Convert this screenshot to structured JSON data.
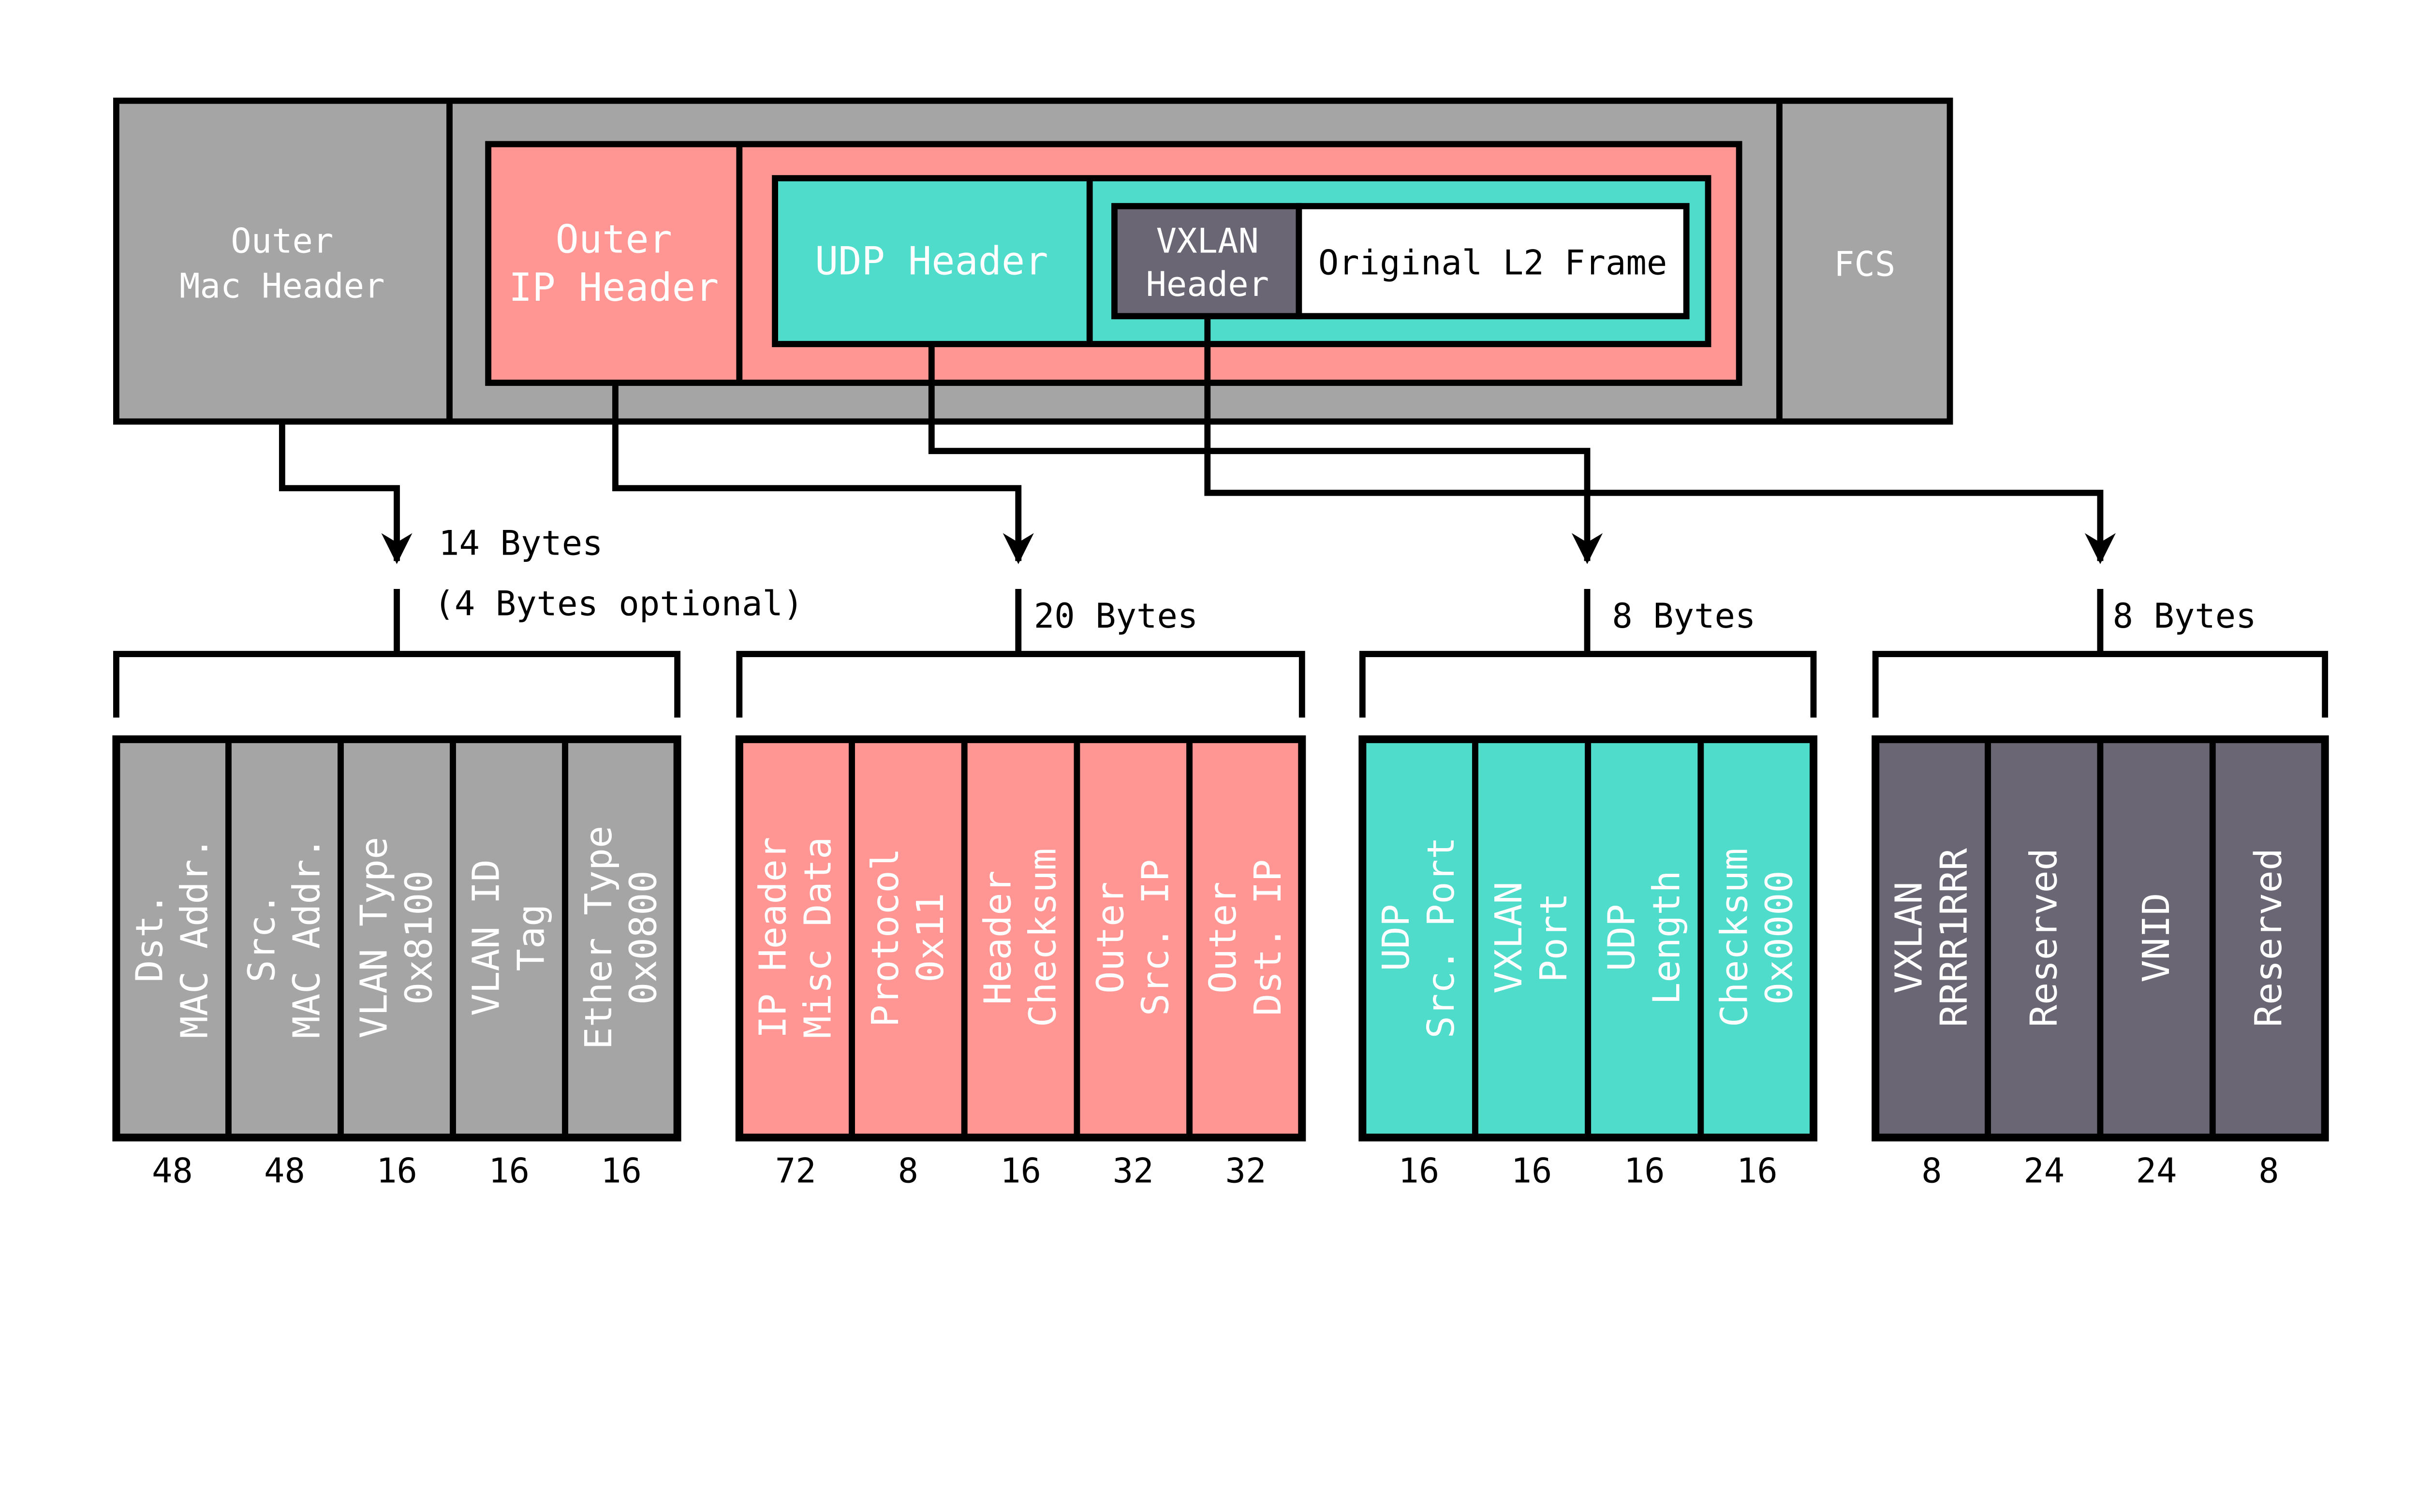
{
  "colors": {
    "mac": "#a4a5a4",
    "ip": "#ff9693",
    "udp": "#4fdccb",
    "vxlan": "#6b6674",
    "frame": "#ffffff"
  },
  "packet": {
    "outer_mac": [
      "Outer",
      "Mac Header"
    ],
    "outer_ip": [
      "Outer",
      "IP Header"
    ],
    "udp": "UDP Header",
    "vxlan": [
      "VXLAN",
      "Header"
    ],
    "frame": "Original L2 Frame",
    "fcs": "FCS"
  },
  "groups": [
    {
      "size": [
        "14 Bytes",
        "(4 Bytes optional)"
      ],
      "color": "#a4a5a4",
      "text_color": "#ffffff",
      "fields": [
        {
          "lines": [
            "Dst.",
            "MAC Addr."
          ],
          "bits": "48"
        },
        {
          "lines": [
            "Src.",
            "MAC Addr."
          ],
          "bits": "48"
        },
        {
          "lines": [
            "VLAN Type",
            "0x8100"
          ],
          "bits": "16"
        },
        {
          "lines": [
            "VLAN ID",
            "Tag"
          ],
          "bits": "16"
        },
        {
          "lines": [
            "Ether Type",
            "0x0800"
          ],
          "bits": "16"
        }
      ]
    },
    {
      "size": [
        "20 Bytes"
      ],
      "color": "#ff9693",
      "text_color": "#ffffff",
      "fields": [
        {
          "lines": [
            "IP Header",
            "Misc Data"
          ],
          "bits": "72"
        },
        {
          "lines": [
            "Protocol",
            "0x11"
          ],
          "bits": "8"
        },
        {
          "lines": [
            "Header",
            "Checksum"
          ],
          "bits": "16"
        },
        {
          "lines": [
            "Outer",
            "Src. IP"
          ],
          "bits": "32"
        },
        {
          "lines": [
            "Outer",
            "Dst. IP"
          ],
          "bits": "32"
        }
      ]
    },
    {
      "size": [
        "8 Bytes"
      ],
      "color": "#4fdccb",
      "text_color": "#ffffff",
      "fields": [
        {
          "lines": [
            "UDP",
            "Src. Port"
          ],
          "bits": "16"
        },
        {
          "lines": [
            "VXLAN",
            "Port"
          ],
          "bits": "16"
        },
        {
          "lines": [
            "UDP",
            "Length"
          ],
          "bits": "16"
        },
        {
          "lines": [
            "Checksum",
            "0x0000"
          ],
          "bits": "16"
        }
      ]
    },
    {
      "size": [
        "8 Bytes"
      ],
      "color": "#6b6674",
      "text_color": "#ffffff",
      "fields": [
        {
          "lines": [
            "VXLAN",
            "RRRR1RRR"
          ],
          "bits": "8"
        },
        {
          "lines": [
            "Reserved"
          ],
          "bits": "24"
        },
        {
          "lines": [
            "VNID"
          ],
          "bits": "24"
        },
        {
          "lines": [
            "Reserved"
          ],
          "bits": "8"
        }
      ]
    }
  ]
}
